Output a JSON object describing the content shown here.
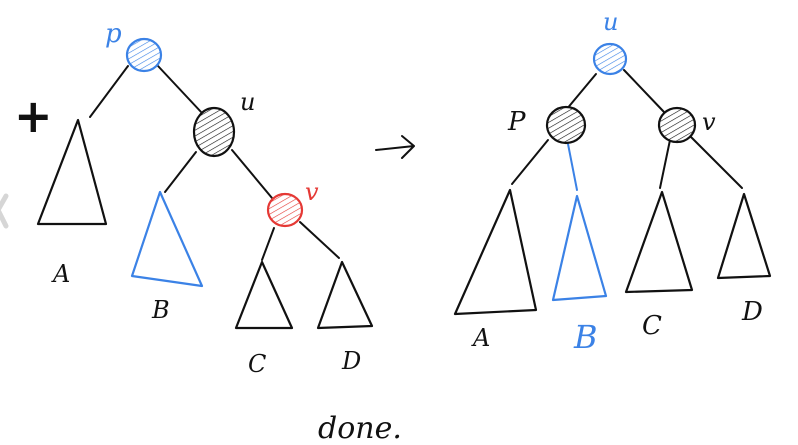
{
  "colors": {
    "ink": "#111111",
    "blue": "#3b82e6",
    "red": "#e53935",
    "arrow_stub": "#d6d6d6"
  },
  "labels": {
    "left": {
      "p": "p",
      "u": "u",
      "v": "v",
      "plus": "+",
      "A": "A",
      "B": "B",
      "C": "C",
      "D": "D"
    },
    "arrow": "→",
    "right": {
      "u": "u",
      "p": "P",
      "v": "v",
      "A": "A",
      "B": "B",
      "C": "C",
      "D": "D"
    },
    "caption": "done."
  },
  "left_tree": {
    "nodes": [
      {
        "id": "p",
        "color": "blue"
      },
      {
        "id": "u",
        "color": "ink"
      },
      {
        "id": "v",
        "color": "red"
      }
    ],
    "subtrees": [
      {
        "id": "A",
        "parent": "p",
        "color": "ink"
      },
      {
        "id": "B",
        "parent": "u",
        "color": "blue"
      },
      {
        "id": "C",
        "parent": "v",
        "color": "ink"
      },
      {
        "id": "D",
        "parent": "v",
        "color": "ink"
      }
    ]
  },
  "right_tree": {
    "nodes": [
      {
        "id": "u",
        "color": "blue"
      },
      {
        "id": "p",
        "color": "ink"
      },
      {
        "id": "v",
        "color": "ink"
      }
    ],
    "subtrees": [
      {
        "id": "A",
        "parent": "p",
        "color": "ink"
      },
      {
        "id": "B",
        "parent": "p",
        "color": "blue"
      },
      {
        "id": "C",
        "parent": "v",
        "color": "ink"
      },
      {
        "id": "D",
        "parent": "v",
        "color": "ink"
      }
    ]
  }
}
